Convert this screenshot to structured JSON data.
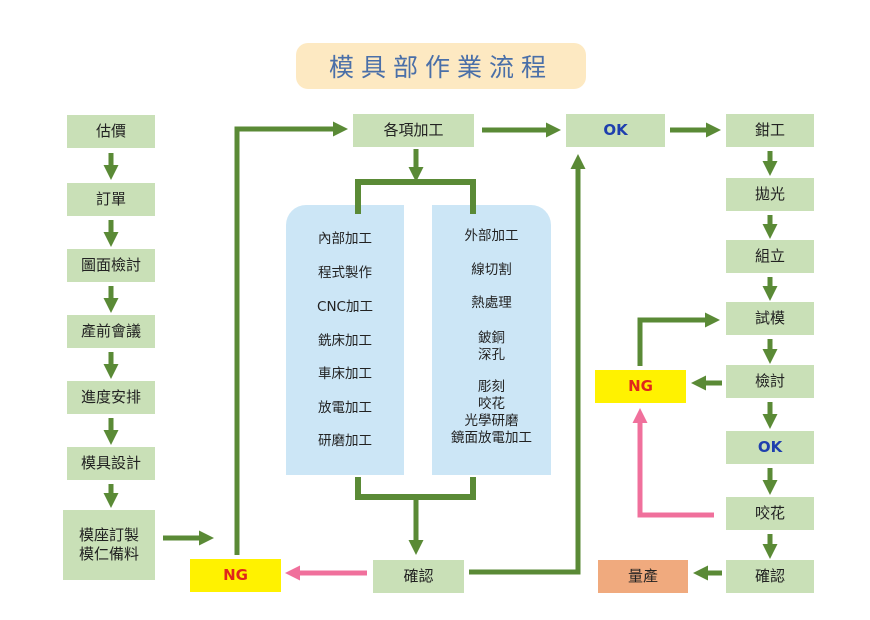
{
  "title": "模具部作業流程",
  "left_column": [
    "估價",
    "訂單",
    "圖面檢討",
    "產前會議",
    "進度安排",
    "模具設計",
    "模座訂製\n模仁備料"
  ],
  "center": {
    "top": "各項加工",
    "ok": "OK",
    "confirm": "確認",
    "ng": "NG",
    "internal": [
      "內部加工",
      "程式製作",
      "CNC加工",
      "銑床加工",
      "車床加工",
      "放電加工",
      "研磨加工"
    ],
    "external": [
      "外部加工",
      "線切割",
      "熱處理",
      "鈹銅\n深孔",
      "彫刻\n咬花\n光學研磨\n鏡面放電加工"
    ]
  },
  "right_column": [
    "鉗工",
    "拋光",
    "組立",
    "試模",
    "檢討",
    "OK",
    "咬花",
    "確認"
  ],
  "right_ng": "NG",
  "final": "量產",
  "colors": {
    "arrow_green": "#5a8a36",
    "arrow_pink": "#f0709c",
    "box_green": "#c9e0b7"
  }
}
